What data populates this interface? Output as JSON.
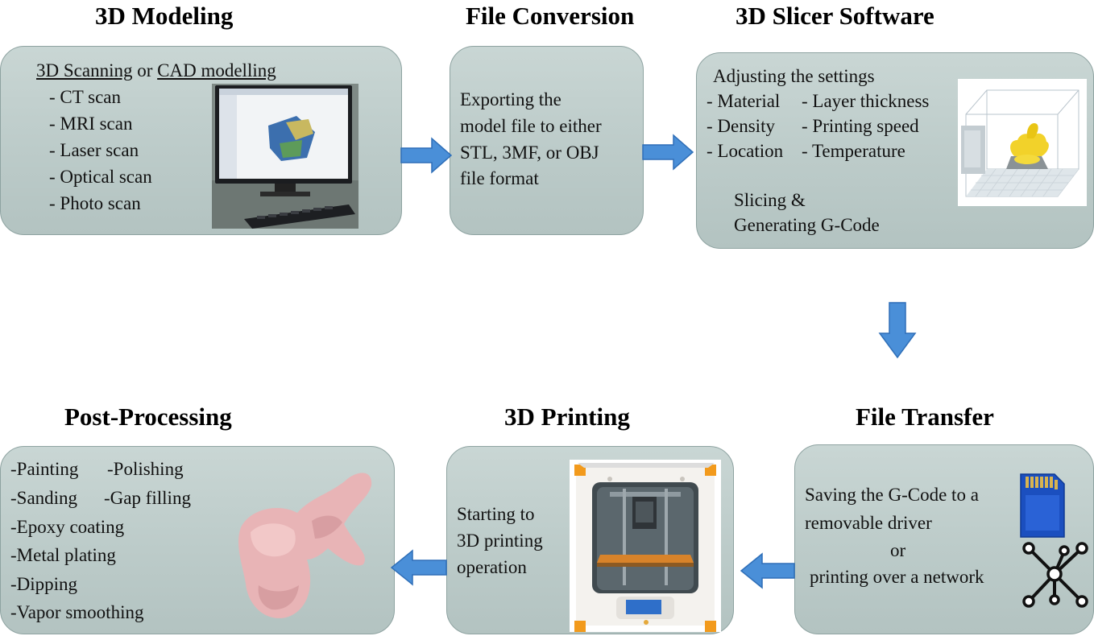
{
  "colors": {
    "box_fill": "#bccbc9",
    "box_border": "#8ea3a1",
    "arrow": "#4a8fd8",
    "arrow_edge": "#2f6fb8"
  },
  "titles": {
    "modeling": "3D Modeling",
    "conversion": "File Conversion",
    "slicer": "3D Slicer Software",
    "transfer": "File Transfer",
    "printing": "3D Printing",
    "post": "Post-Processing"
  },
  "modeling": {
    "scan_link": "3D Scanning",
    "or": " or ",
    "cad_link": "CAD modelling",
    "items": [
      "- CT scan",
      "- MRI scan",
      "- Laser scan",
      "- Optical scan",
      "- Photo scan"
    ]
  },
  "conversion": {
    "lines": [
      "Exporting the",
      "model file to either",
      "STL, 3MF, or OBJ",
      "file format"
    ]
  },
  "slicer": {
    "heading": "Adjusting the settings",
    "settings_left": [
      "- Material",
      "- Density",
      "- Location"
    ],
    "settings_right": [
      "- Layer thickness",
      "- Printing speed",
      "- Temperature"
    ],
    "slicing": [
      "Slicing &",
      "Generating G-Code"
    ]
  },
  "transfer": {
    "lines": [
      "Saving the G-Code to a",
      "removable driver",
      "or",
      "printing over a network"
    ]
  },
  "printing": {
    "lines": [
      "Starting to",
      "3D printing",
      " operation"
    ]
  },
  "post": {
    "left": [
      "-Painting",
      "-Sanding",
      "-Epoxy coating",
      "-Metal plating",
      "-Dipping",
      "-Vapor smoothing"
    ],
    "right": [
      "-Polishing",
      "-Gap filling"
    ]
  },
  "icons": {
    "computer": "desktop-computer-photo",
    "slicer_view": "slicer-3d-preview",
    "printer": "3d-printer-photo",
    "vertebra": "printed-vertebra-photo",
    "sd_card": "sd-card-icon",
    "network": "network-icon"
  }
}
